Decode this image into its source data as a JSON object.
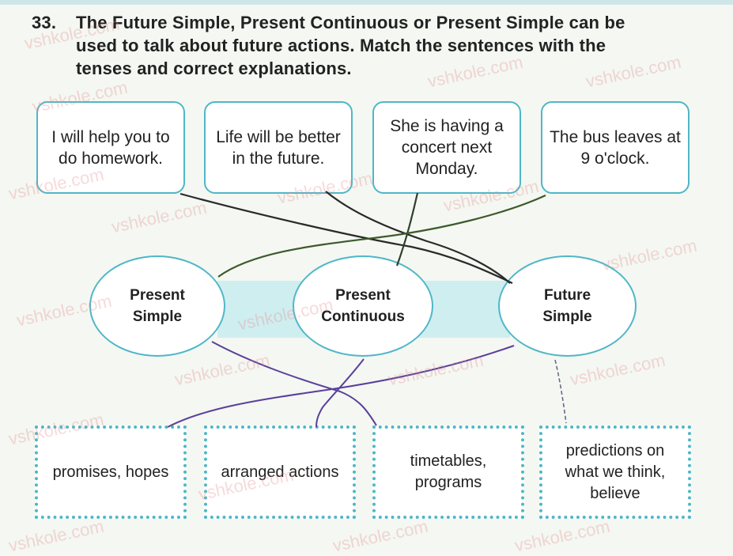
{
  "exercise": {
    "number": "33.",
    "title_lines": [
      "The Future Simple, Present Continuous or Present Simple can be",
      "used to talk about future actions. Match the sentences with the",
      "tenses and correct explanations."
    ]
  },
  "sentences": [
    "I will help you to do homework.",
    "Life will be better in the future.",
    "She is having a concert next Monday.",
    "The bus leaves at 9 o'clock."
  ],
  "tenses": [
    "Present\nSimple",
    "Present\nContinuous",
    "Future\nSimple"
  ],
  "explanations": [
    "promises, hopes",
    "arranged actions",
    "timetables, programs",
    "predictions on what we think, believe"
  ],
  "watermark": "vshkole.com",
  "colors": {
    "border": "#4fb7c7",
    "line_dark": "#2a2a2a",
    "line_green": "#3d5a2c",
    "line_purple": "#5a3f9a"
  }
}
